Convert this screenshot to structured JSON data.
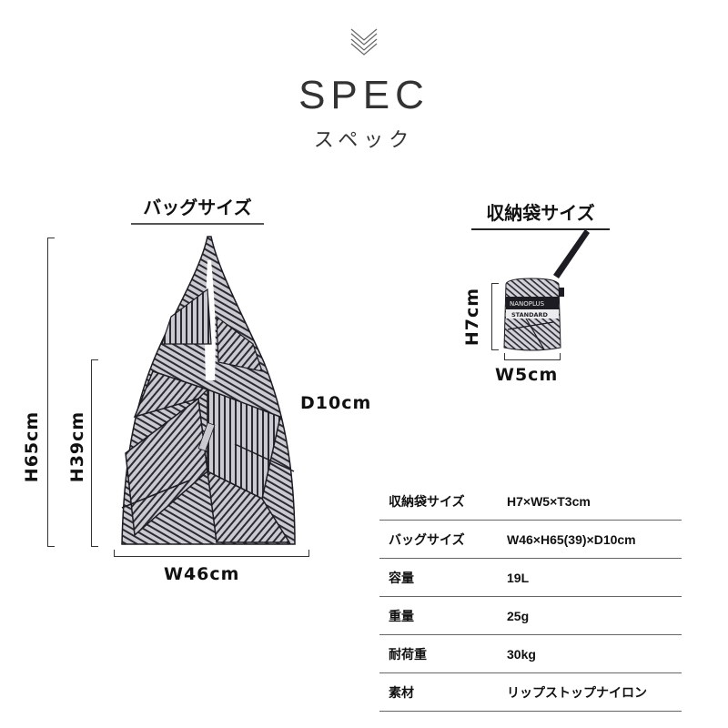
{
  "header": {
    "icon": "double-chevron-down-icon",
    "title": "SPEC",
    "subtitle": "スペック"
  },
  "bag_section": {
    "heading": "バッグサイズ",
    "dimensions": {
      "height_total": "H65cm",
      "height_body": "H39cm",
      "depth": "D10cm",
      "width": "W46cm"
    },
    "logo_text": "NANOPLUS"
  },
  "pouch_section": {
    "heading": "収納袋サイズ",
    "dimensions": {
      "height": "H7cm",
      "width": "W5cm"
    },
    "label_brand": "NANOPLUS",
    "label_line": "STANDARD"
  },
  "spec_table": {
    "rows": [
      {
        "key": "収納袋サイズ",
        "value": "H7×W5×T3cm"
      },
      {
        "key": "バッグサイズ",
        "value": "W46×H65(39)×D10cm"
      },
      {
        "key": "容量",
        "value": "19L"
      },
      {
        "key": "重量",
        "value": "25g"
      },
      {
        "key": "耐荷重",
        "value": "30kg"
      },
      {
        "key": "素材",
        "value": "リップストップナイロン"
      }
    ]
  },
  "colors": {
    "text": "#1a1a1a",
    "rule": "#666666",
    "fabric_light": "#c9c9cf",
    "fabric_dark": "#1c1c22"
  }
}
